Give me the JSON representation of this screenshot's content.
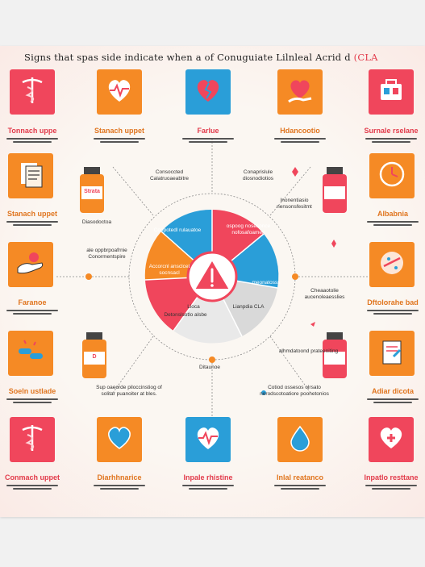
{
  "title": {
    "main": "Signs  that spas side indicate when a of Conuguiate Lilnleal  Acrid  d",
    "accent": "(CLA"
  },
  "colors": {
    "red": "#f0465c",
    "orange": "#f58a25",
    "blue": "#2a9ed8",
    "grey": "#d9d9d9"
  },
  "top_row": [
    {
      "label": "Tonnach uppe",
      "color": "red",
      "icon": "caduceus-icon"
    },
    {
      "label": "Stanach uppet",
      "color": "orange",
      "icon": "heart-pulse-icon"
    },
    {
      "label": "Farlue",
      "color": "blue",
      "icon": "broken-heart-icon"
    },
    {
      "label": "Hdancootio",
      "color": "orange",
      "icon": "heart-hand-icon"
    },
    {
      "label": "Surnale rselane",
      "color": "red",
      "icon": "bag-icon"
    }
  ],
  "left_col": [
    {
      "label": "Stanach uppet",
      "color": "orange",
      "icon": "document-icon"
    },
    {
      "label": "Faranoe",
      "color": "orange",
      "icon": "hand-icon"
    },
    {
      "label": "Soeln ustlade",
      "color": "orange",
      "icon": "pills-icon"
    }
  ],
  "right_col": [
    {
      "label": "Albabnia",
      "color": "orange",
      "icon": "clock-icon"
    },
    {
      "label": "Dftolorahe bad",
      "color": "orange",
      "icon": "skin-icon"
    },
    {
      "label": "Adiar dicota",
      "color": "orange",
      "icon": "clipboard-icon"
    }
  ],
  "bottom_row": [
    {
      "label": "Conmach uppet",
      "color": "red",
      "icon": "caduceus-icon"
    },
    {
      "label": "Diarhhnarice",
      "color": "orange",
      "icon": "heart-icon"
    },
    {
      "label": "Inpale rhistine",
      "color": "blue",
      "icon": "heart-pulse-icon"
    },
    {
      "label": "Inlal reatanco",
      "color": "orange",
      "icon": "drop-icon"
    },
    {
      "label": "Inpatlo resttane",
      "color": "red",
      "icon": "heart-plus-icon"
    }
  ],
  "bottles": [
    {
      "label": "Strata"
    },
    {
      "label": ""
    },
    {
      "label": "D"
    },
    {
      "label": ""
    }
  ],
  "wheel": {
    "center_icon": "warning-icon",
    "segments": [
      {
        "text": "Conpotedl rulauatoe",
        "color": "blue"
      },
      {
        "text": "ospoog nosesonce nofosafoamen",
        "color": "red"
      },
      {
        "text": "meonatosss",
        "color": "blue"
      },
      {
        "text": "Lianpdia CLA",
        "color": "grey"
      },
      {
        "text": "Detonslsotlo alsbe",
        "color": "grey"
      },
      {
        "text": "Accorcnl ansclcet socnsacl",
        "color": "red"
      },
      {
        "text": "Lioca",
        "color": "grey"
      }
    ]
  },
  "annotations": [
    {
      "text": "Consoccted Calatruoaeabitre"
    },
    {
      "text": "Conaprislule diosnodiotios"
    },
    {
      "text": "Inonentiasio nensonsfesitmt"
    },
    {
      "text": "ale oppbrpoafrnie Conormentspire"
    },
    {
      "text": "Diasodoctoa"
    },
    {
      "text": "Cheaaotolie aucenoleaesslies"
    },
    {
      "text": "alhmdatoond prateeniting"
    },
    {
      "text": "Ditaunoe"
    },
    {
      "text": "Sup oaeorde piloccinstiog of solitar puanoiter at bles."
    },
    {
      "text": "Cotiod ossesos olrsato nerodscotoatiore poonetonios"
    }
  ]
}
